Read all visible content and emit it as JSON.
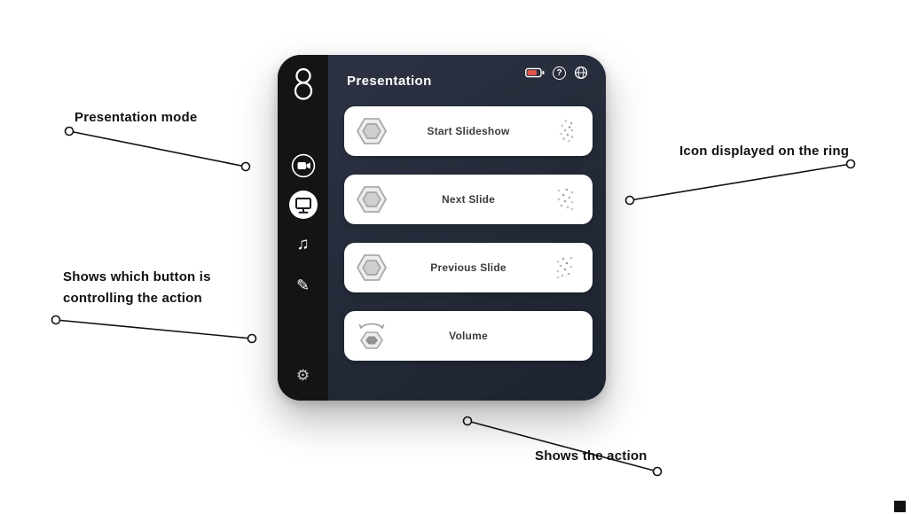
{
  "window": {
    "header": {
      "title": "Presentation",
      "help_label": "?"
    },
    "sidebar": {
      "music_glyph": "♫",
      "draw_glyph": "✎",
      "settings_glyph": "⚙"
    },
    "actions": [
      {
        "label": "Start Slideshow",
        "button_icon": "hexagon-button-icon",
        "ring_display": "dots-pattern"
      },
      {
        "label": "Next Slide",
        "button_icon": "hexagon-button-icon",
        "ring_display": "dots-pattern"
      },
      {
        "label": "Previous Slide",
        "button_icon": "hexagon-button-icon",
        "ring_display": "dots-pattern"
      },
      {
        "label": "Volume",
        "button_icon": "hexagon-rotate-icon",
        "ring_display": "none"
      }
    ]
  },
  "annotations": [
    {
      "text": "Presentation mode"
    },
    {
      "text": "Icon displayed on the ring"
    },
    {
      "text": "Shows which button is\ncontrolling the action"
    },
    {
      "text": "Shows the action"
    }
  ],
  "colors": {
    "window_bg": "#262c3a",
    "sidebar_bg": "#141414",
    "card_bg": "#ffffff",
    "battery_fill": "#e4574f",
    "annotation_line": "#111111"
  }
}
